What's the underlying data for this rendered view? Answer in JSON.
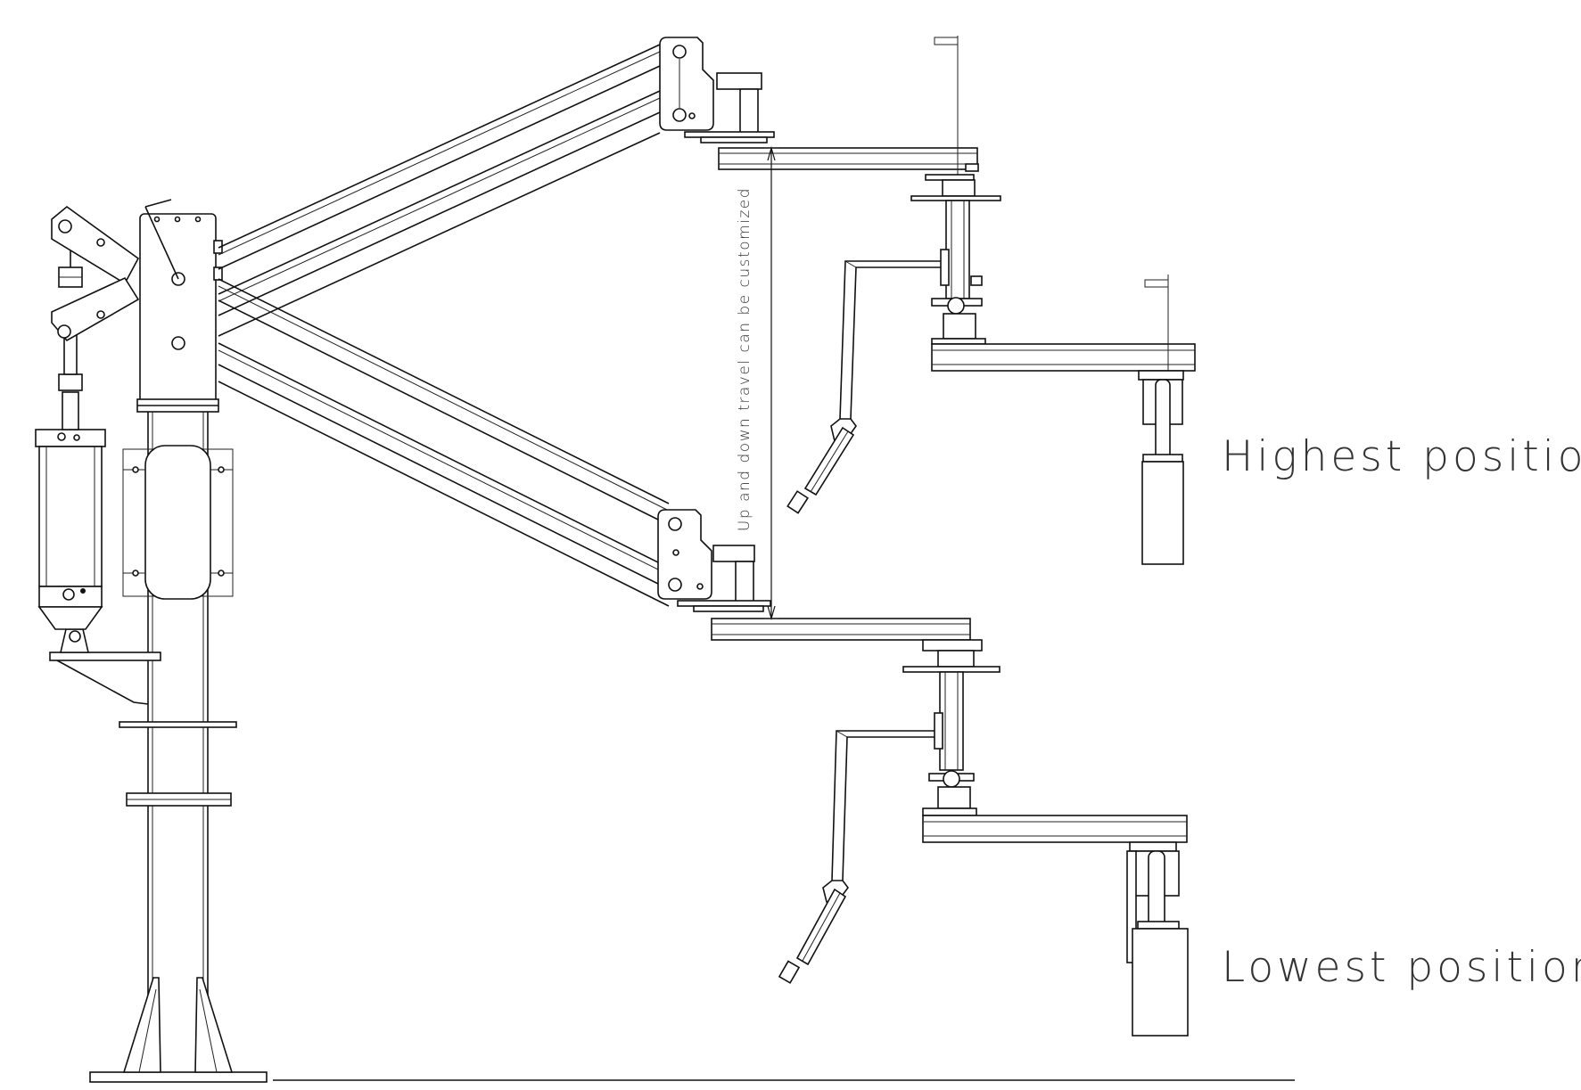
{
  "diagram": {
    "dimension_note": "Up and down travel can be customized",
    "label_high": "Highest position",
    "label_low": "Lowest position",
    "colors": {
      "line": "#111111",
      "text": "#333333",
      "background": "#ffffff"
    }
  }
}
